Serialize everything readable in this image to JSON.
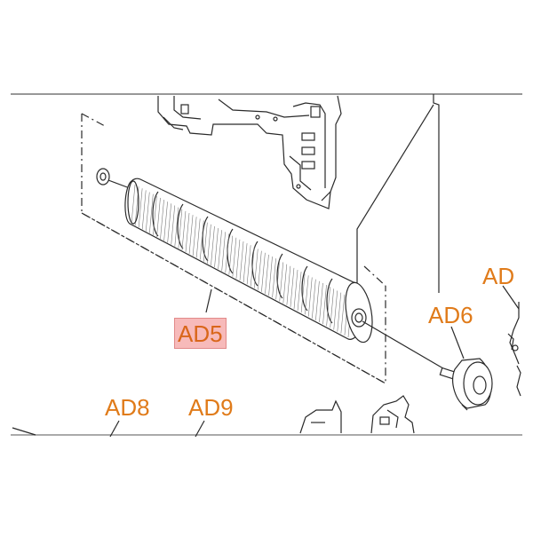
{
  "diagram": {
    "callouts": {
      "ad5": "AD5",
      "ad6": "AD6",
      "ad8": "AD8",
      "ad9": "AD9",
      "ad_partial": "AD"
    },
    "colors": {
      "callout_text": "#e07b1a",
      "highlight_fill": "#f08282",
      "line_art": "#2a2a2a"
    },
    "highlighted_part": "AD5"
  }
}
